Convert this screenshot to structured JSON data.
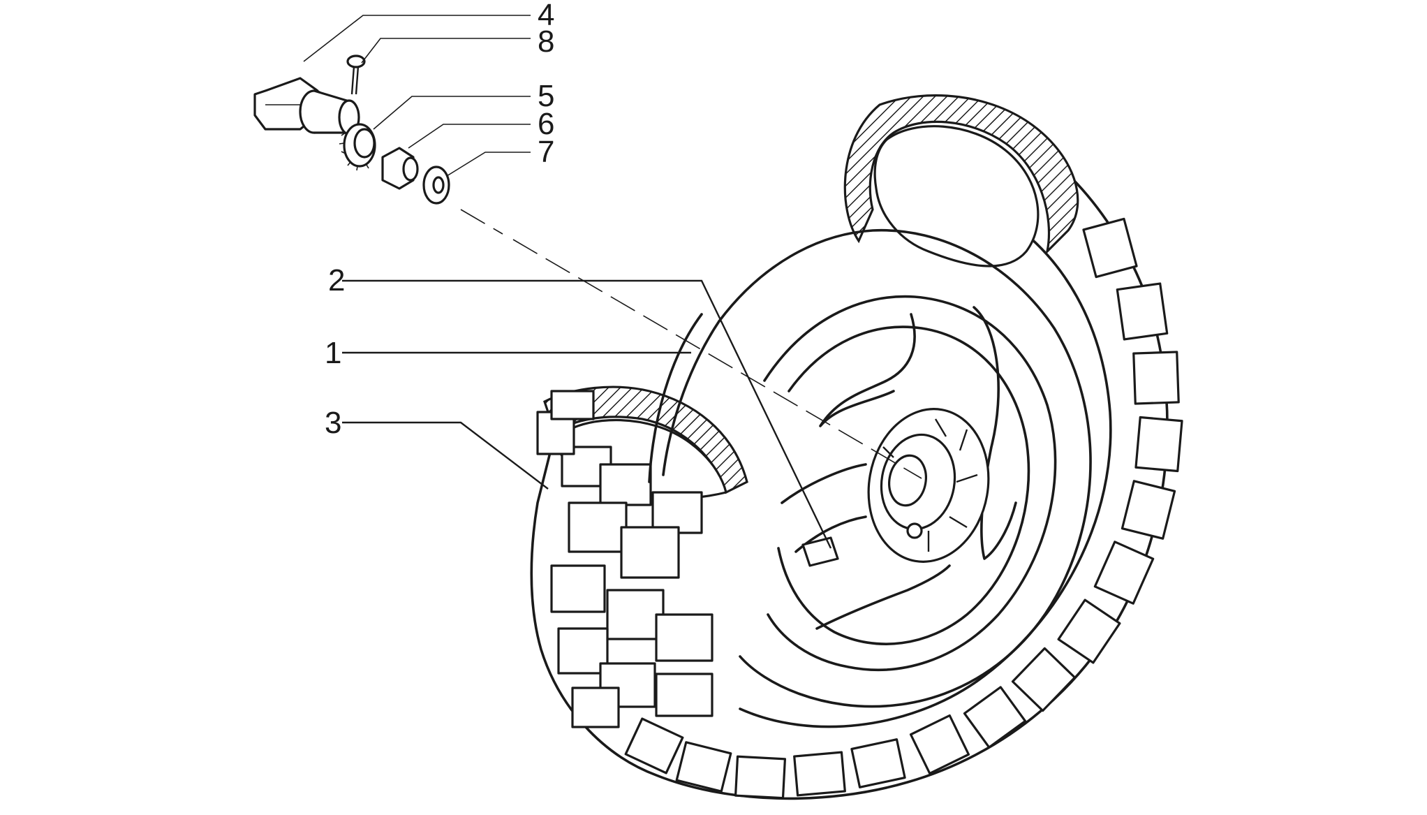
{
  "diagram": {
    "callouts": [
      {
        "id": "4",
        "label": "4"
      },
      {
        "id": "8",
        "label": "8"
      },
      {
        "id": "5",
        "label": "5"
      },
      {
        "id": "6",
        "label": "6"
      },
      {
        "id": "7",
        "label": "7"
      },
      {
        "id": "2",
        "label": "2"
      },
      {
        "id": "1",
        "label": "1"
      },
      {
        "id": "3",
        "label": "3"
      }
    ],
    "colors": {
      "ink": "#1a1a1a",
      "paper": "#ffffff"
    }
  }
}
